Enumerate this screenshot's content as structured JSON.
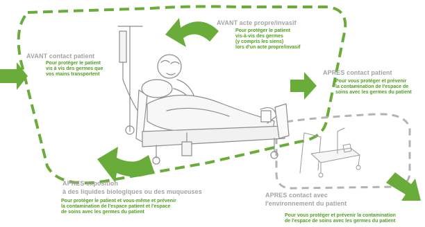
{
  "colors": {
    "green": "#6aac3a",
    "dark_green": "#4f9f1e",
    "gray_text": "#a3a3a3",
    "gray_dash": "#b3b3b3"
  },
  "moments": {
    "before_patient": {
      "title": "AVANT contact patient",
      "lines": [
        "Pour protéger le patient",
        "vis à vis des germes que",
        "vos mains transportent"
      ]
    },
    "before_aseptic": {
      "title": "AVANT acte propre/invasif",
      "lines": [
        "Pour protéger le patient",
        "vis-à-vis des germes",
        "(y compris les siens)",
        "lors d'un acte propre/invasif"
      ]
    },
    "after_patient": {
      "title": "APRES contact patient",
      "lines": [
        "Pour vous protéger et prévenir",
        "la contamination de l'espace de",
        "soins avec les germes du patient"
      ]
    },
    "after_fluid": {
      "title_lines": [
        "APRES  exposition",
        "à des liquides biologiques ou des muqueuses"
      ],
      "lines": [
        "Pour protéger le patient et vous-même et prévenir",
        "la contamination de l'espace patient et l'espace",
        "de soins avec les germes du patient"
      ]
    },
    "after_surroundings": {
      "title_lines": [
        "APRES  contact avec",
        "l'environnement du patient"
      ],
      "lines": [
        "Pour vous protéger et prévenir la contamination",
        "de l'espace de soins avec les germes du patient"
      ]
    }
  }
}
